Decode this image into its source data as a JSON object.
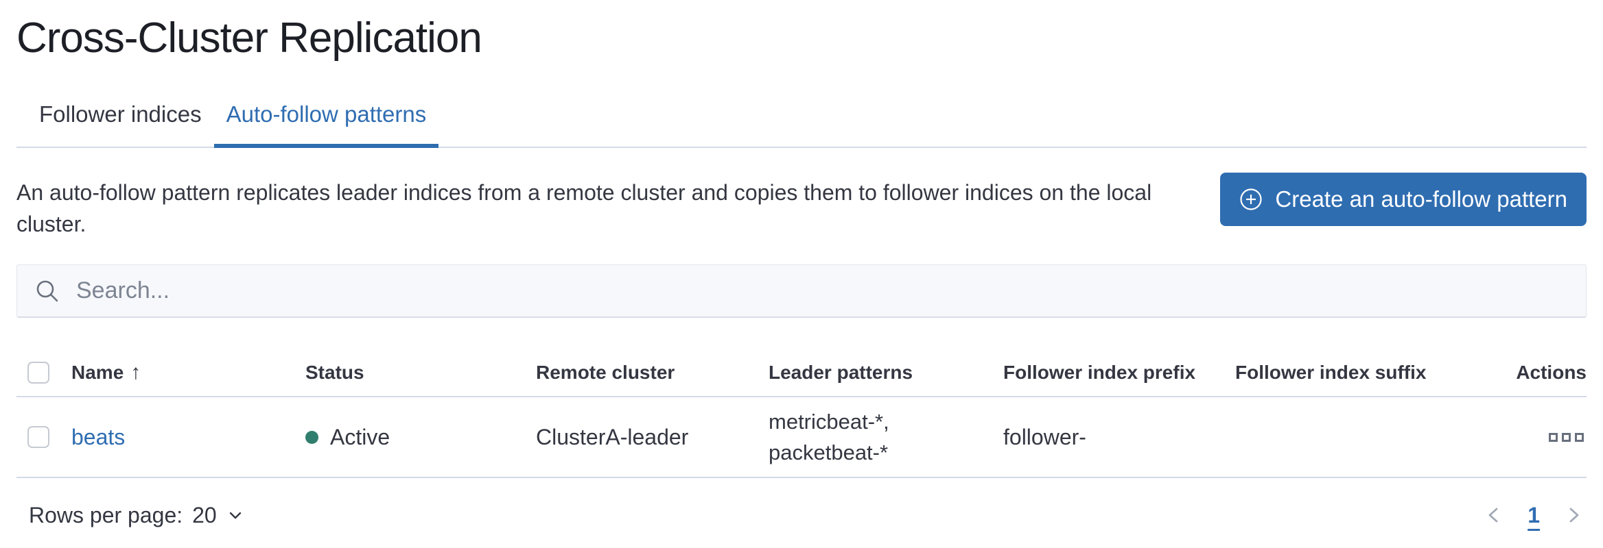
{
  "page": {
    "title": "Cross-Cluster Replication"
  },
  "tabs": [
    {
      "label": "Follower indices",
      "active": false
    },
    {
      "label": "Auto-follow patterns",
      "active": true
    }
  ],
  "intro": {
    "description": "An auto-follow pattern replicates leader indices from a remote cluster and copies them to follower indices on the local cluster.",
    "create_button_label": "Create an auto-follow pattern",
    "create_button_icon": "plus-in-circle"
  },
  "search": {
    "placeholder": "Search...",
    "icon": "magnifying-glass"
  },
  "table": {
    "columns": {
      "name": "Name",
      "status": "Status",
      "remote_cluster": "Remote cluster",
      "leader_patterns": "Leader patterns",
      "follower_index_prefix": "Follower index prefix",
      "follower_index_suffix": "Follower index suffix",
      "actions": "Actions"
    },
    "sort": {
      "column": "Name",
      "direction": "ascending",
      "arrow": "↑"
    },
    "rows": [
      {
        "name": "beats",
        "status": "Active",
        "remote_cluster": "ClusterA-leader",
        "leader_patterns": "metricbeat-*,\npacketbeat-*",
        "follower_index_prefix": "follower-",
        "follower_index_suffix": "",
        "actions_icon": "boxes-horizontal"
      }
    ]
  },
  "footer": {
    "rows_per_page_label": "Rows per page:",
    "rows_per_page_value": "20",
    "current_page": "1"
  },
  "colors": {
    "primary_blue": "#2f6db1",
    "status_active_green": "#2f7e6e",
    "text": "#343741",
    "border": "#d3dae6",
    "icon_gray": "#69707d"
  }
}
